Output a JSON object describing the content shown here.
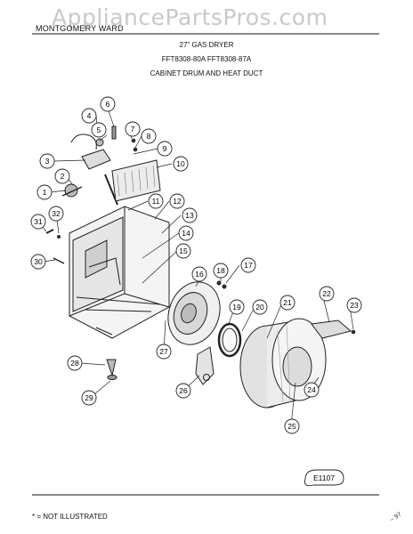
{
  "watermark": "AppliancePartsPros.com",
  "header": {
    "brand": "MONTGOMERY WARD",
    "product": "27\" GAS DRYER",
    "models": "FFT8308-80A  FFT8308-87A",
    "section": "CABINET DRUM AND HEAT DUCT"
  },
  "diagram_code": "E1107",
  "footnote": "* = NOT ILLUSTRATED",
  "page_mark": "~ 97",
  "callouts": [
    "1",
    "2",
    "3",
    "4",
    "5",
    "6",
    "7",
    "8",
    "9",
    "10",
    "11",
    "12",
    "13",
    "14",
    "15",
    "16",
    "17",
    "18",
    "19",
    "20",
    "21",
    "22",
    "23",
    "24",
    "25",
    "26",
    "27",
    "28",
    "29",
    "30",
    "31",
    "32"
  ]
}
